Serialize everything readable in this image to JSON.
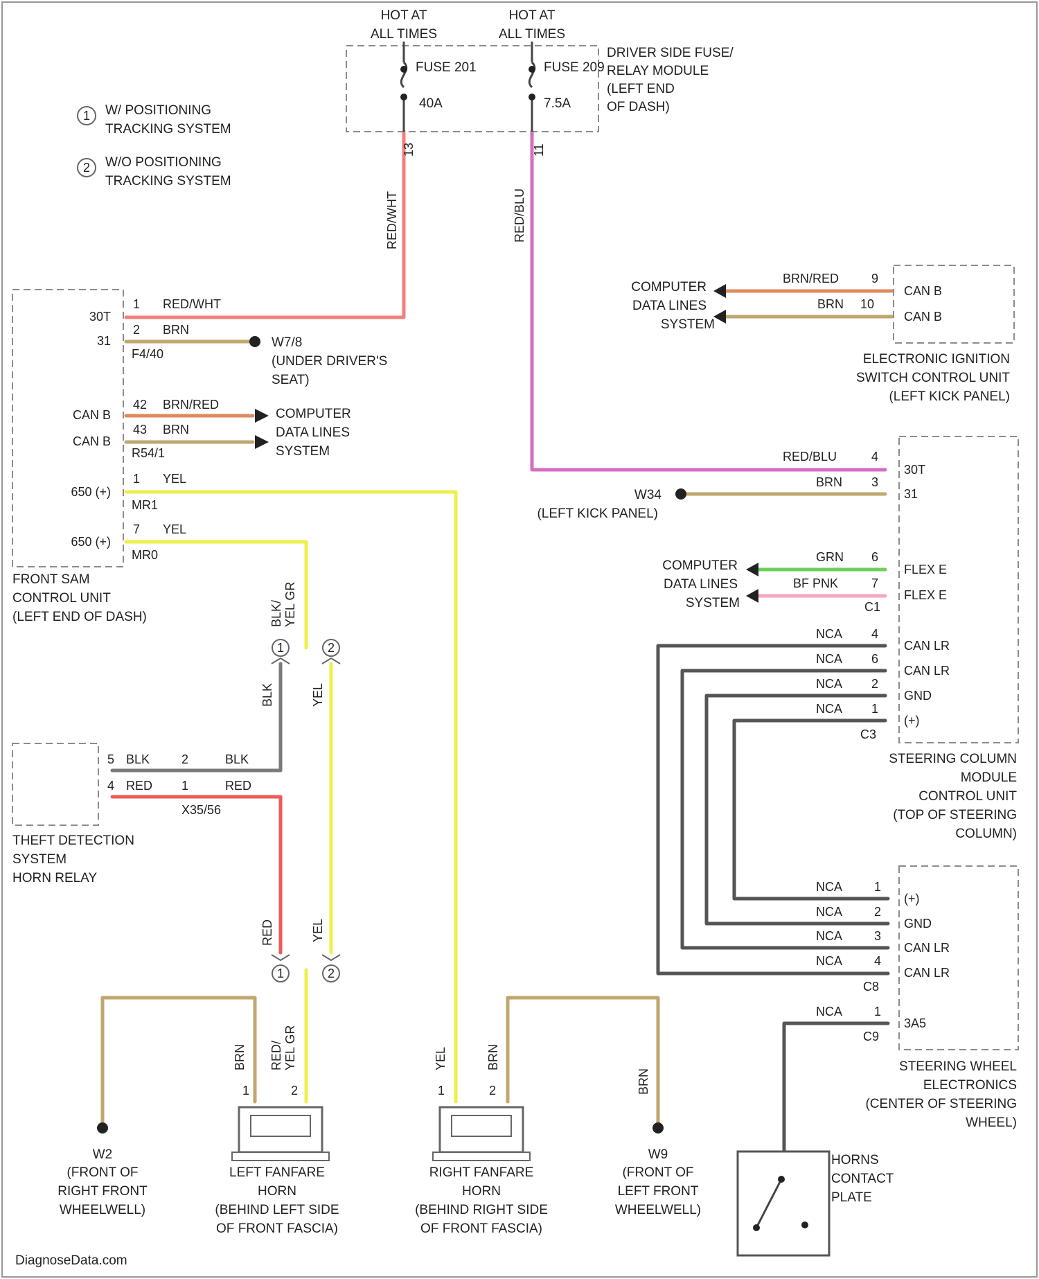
{
  "hot": {
    "left_line1": "HOT AT",
    "left_line2": "ALL TIMES",
    "right_line1": "HOT AT",
    "right_line2": "ALL TIMES"
  },
  "fuse_module": {
    "fuse_left": "FUSE 201",
    "fuse_left_amp": "40A",
    "fuse_right": "FUSE 209",
    "fuse_right_amp": "7.5A",
    "caption": [
      "DRIVER SIDE FUSE/",
      "RELAY MODULE",
      "(LEFT END",
      "OF DASH)"
    ],
    "pin_left": "13",
    "pin_right": "11"
  },
  "legend": [
    {
      "num": "1",
      "lines": [
        "W/ POSITIONING",
        "TRACKING SYSTEM"
      ]
    },
    {
      "num": "2",
      "lines": [
        "W/O POSITIONING",
        "TRACKING SYSTEM"
      ]
    }
  ],
  "front_sam": {
    "pin_30t": "30T",
    "pin_31": "31",
    "w1_pin": "1",
    "w1_color": "RED/WHT",
    "w2_pin": "2",
    "w2_color": "BRN",
    "pin_f4": "F4/40",
    "ground": [
      "W7/8",
      "(UNDER DRIVER'S",
      "SEAT)"
    ],
    "can_b1": "CAN B",
    "can_b2": "CAN B",
    "w42_pin": "42",
    "w42_color": "BRN/RED",
    "w43_pin": "43",
    "w43_color": "BRN",
    "pin_r54": "R54/1",
    "cdl": [
      "COMPUTER",
      "DATA LINES",
      "SYSTEM"
    ],
    "y1_pin": "1",
    "y1_color": "YEL",
    "y1_left": "650 (+)",
    "y1_sub": "MR1",
    "y2_pin": "7",
    "y2_color": "YEL",
    "y2_left": "650 (+)",
    "y2_sub": "MR0",
    "caption": [
      "FRONT SAM",
      "CONTROL UNIT",
      "(LEFT END OF DASH)"
    ]
  },
  "fuse_wires": {
    "left_color": "RED/WHT",
    "right_color": "RED/BLU"
  },
  "eis": {
    "cdl": [
      "COMPUTER",
      "DATA LINES",
      "SYSTEM"
    ],
    "w1_color": "BRN/RED",
    "w1_pin": "9",
    "w1_label": "CAN B",
    "w2_color": "BRN",
    "w2_pin": "10",
    "w2_label": "CAN B",
    "caption": [
      "ELECTRONIC IGNITION",
      "SWITCH CONTROL UNIT",
      "(LEFT KICK PANEL)"
    ]
  },
  "scm": {
    "w30_color": "RED/BLU",
    "w30_pin": "4",
    "w30_label": "30T",
    "w31_color": "BRN",
    "w31_pin": "3",
    "w31_label": "31",
    "ground": [
      "W34",
      "(LEFT KICK PANEL)"
    ],
    "cdl": [
      "COMPUTER",
      "DATA LINES",
      "SYSTEM"
    ],
    "fe1_color": "GRN",
    "fe1_pin": "6",
    "fe1_label": "FLEX E",
    "fe2_color": "BF PNK",
    "fe2_pin": "7",
    "fe2_label": "FLEX E",
    "conn1": "C1",
    "n1_color": "NCA",
    "n1_pin": "4",
    "n1_label": "CAN LR",
    "n2_color": "NCA",
    "n2_pin": "6",
    "n2_label": "CAN LR",
    "n3_color": "NCA",
    "n3_pin": "2",
    "n3_label": "GND",
    "n4_color": "NCA",
    "n4_pin": "1",
    "n4_label": "(+)",
    "conn3": "C3",
    "caption": [
      "STEERING COLUMN",
      "MODULE",
      "CONTROL UNIT",
      "(TOP OF STEERING",
      "COLUMN)"
    ]
  },
  "swe": {
    "n1_color": "NCA",
    "n1_pin": "1",
    "n1_label": "(+)",
    "n2_color": "NCA",
    "n2_pin": "2",
    "n2_label": "GND",
    "n3_color": "NCA",
    "n3_pin": "3",
    "n3_label": "CAN LR",
    "n4_color": "NCA",
    "n4_pin": "4",
    "n4_label": "CAN LR",
    "conn8": "C8",
    "n5_color": "NCA",
    "n5_pin": "1",
    "n5_label": "3A5",
    "conn9": "C9",
    "caption": [
      "STEERING WHEEL",
      "ELECTRONICS",
      "(CENTER OF STEERING",
      "WHEEL)"
    ]
  },
  "splice_top": {
    "w_blk": "BLK",
    "w_yel": "YEL",
    "vtext1": "BLK/",
    "vtext2": "YEL GR",
    "num1": "1",
    "num2": "2"
  },
  "relay": {
    "p5": "5",
    "c5": "BLK",
    "p2": "2",
    "c2": "BLK",
    "p4": "4",
    "c4": "RED",
    "p1": "1",
    "c1": "RED",
    "conn": "X35/56",
    "caption": [
      "THEFT DETECTION",
      "SYSTEM",
      "HORN RELAY"
    ]
  },
  "splice_bottom": {
    "w_red": "RED",
    "w_yel": "YEL",
    "num1": "1",
    "num2": "2"
  },
  "left_horn": {
    "w_brn": "BRN",
    "w_redyel1": "RED/",
    "w_redyel2": "YEL GR",
    "pin1": "1",
    "pin2": "2",
    "caption": [
      "LEFT FANFARE",
      "HORN",
      "(BEHIND LEFT SIDE",
      "OF FRONT FASCIA)"
    ]
  },
  "right_horn": {
    "w_yel": "YEL",
    "w_brn": "BRN",
    "pin1": "1",
    "pin2": "2",
    "caption": [
      "RIGHT FANFARE",
      "HORN",
      "(BEHIND RIGHT SIDE",
      "OF FRONT FASCIA)"
    ]
  },
  "ground_w2": {
    "label": "W2",
    "lines": [
      "(FRONT OF",
      "RIGHT FRONT",
      "WHEELWELL)"
    ]
  },
  "ground_w9": {
    "label": "W9",
    "lines": [
      "(FRONT OF",
      "LEFT FRONT",
      "WHEELWELL)"
    ],
    "w_brn": "BRN"
  },
  "horn_plate": {
    "lines": [
      "HORNS",
      "CONTACT",
      "PLATE"
    ]
  },
  "watermark": "DiagnoseData.com",
  "colors": {
    "red_wht": "#f08080",
    "red_blu": "#d46fc0",
    "brn": "#bfa76e",
    "brn_red": "#e08a5c",
    "yel": "#eef04a",
    "red": "#ee5a5a",
    "grn": "#6ccf5a",
    "pnk": "#f2a6c2",
    "nca": "#555555",
    "blk": "#7a7a7a"
  }
}
